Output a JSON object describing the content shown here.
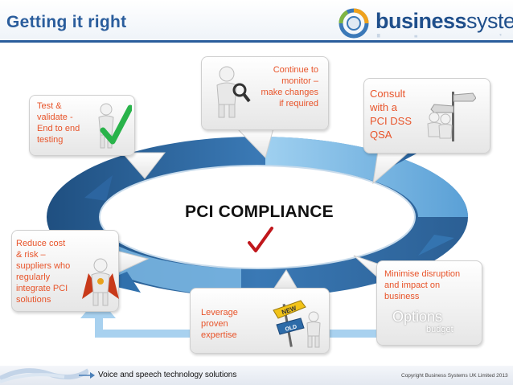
{
  "slide": {
    "title": "Getting it right",
    "brand_bold": "business",
    "brand_light": "systems",
    "center_label": "PCI COMPLIANCE"
  },
  "callouts": {
    "test": [
      "Test &",
      "validate -",
      "End to end",
      "testing"
    ],
    "monitor": [
      "Continue to",
      "monitor –",
      "make changes",
      "if required"
    ],
    "consult": [
      "Consult",
      "with a",
      "PCI DSS",
      "QSA"
    ],
    "reduce": [
      "Reduce cost",
      "& risk –",
      "suppliers who",
      "regularly",
      "integrate PCI",
      "solutions"
    ],
    "leverage": [
      "Leverage",
      "proven",
      "expertise"
    ],
    "minimise": [
      "Minimise disruption",
      "and impact on",
      "business"
    ],
    "options_label": "Options",
    "budget_label": "budget"
  },
  "signpost": {
    "new_label": "NEW",
    "old_label": "OLD"
  },
  "footer": {
    "tagline": "Voice and speech technology solutions",
    "copyright": "Copyright Business Systems UK Limited 2013"
  },
  "colors": {
    "title_blue": "#2a5d9c",
    "callout_text": "#e8542a",
    "ring_dark": "#2f6aa3",
    "ring_light": "#8ec4ea",
    "check_red": "#c0171c"
  },
  "icons": [
    "logo-icon",
    "magnifier-figure-icon",
    "check-figure-icon",
    "signpost-figure-icon",
    "superhero-figure-icon",
    "new-old-sign-icon",
    "check-mark-icon",
    "return-arrow-icon",
    "swirl-icon",
    "arrow-icon"
  ]
}
